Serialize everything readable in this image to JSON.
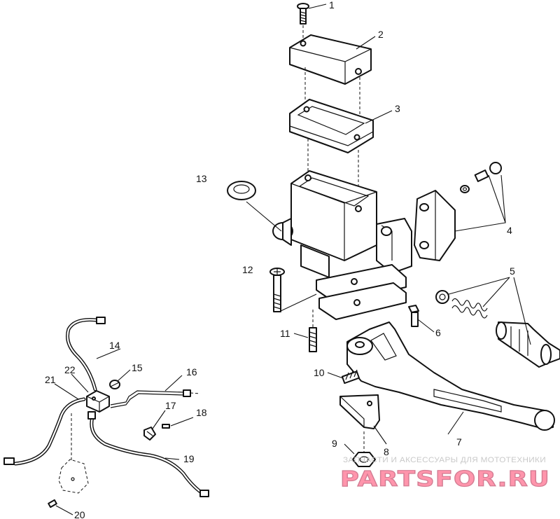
{
  "callouts": [
    {
      "id": "1",
      "text": "1"
    },
    {
      "id": "2",
      "text": "2"
    },
    {
      "id": "3",
      "text": "3"
    },
    {
      "id": "4",
      "text": "4"
    },
    {
      "id": "5",
      "text": "5"
    },
    {
      "id": "6",
      "text": "6"
    },
    {
      "id": "7",
      "text": "7"
    },
    {
      "id": "8",
      "text": "8"
    },
    {
      "id": "9",
      "text": "9"
    },
    {
      "id": "10",
      "text": "10"
    },
    {
      "id": "11",
      "text": "11"
    },
    {
      "id": "12",
      "text": "12"
    },
    {
      "id": "13",
      "text": "13"
    },
    {
      "id": "14",
      "text": "14"
    },
    {
      "id": "15",
      "text": "15"
    },
    {
      "id": "16",
      "text": "16"
    },
    {
      "id": "17",
      "text": "17"
    },
    {
      "id": "18",
      "text": "18"
    },
    {
      "id": "19",
      "text": "19"
    },
    {
      "id": "20",
      "text": "20"
    },
    {
      "id": "21",
      "text": "21"
    },
    {
      "id": "22",
      "text": "22"
    }
  ],
  "watermark": {
    "tagline": "ЗАПЧАСТИ И АКСЕССУАРЫ ДЛЯ МОТОТЕХНИКИ",
    "brand": "PARTSFOR.RU",
    "brand_color": "#ff3f6a"
  }
}
